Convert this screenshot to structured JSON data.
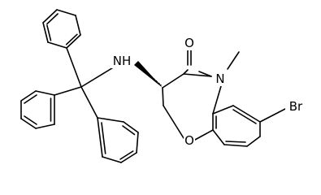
{
  "atom_labels": {
    "amine": "NH",
    "carbonyl_oxygen": "O",
    "lactam_nitrogen": "N",
    "ring_oxygen": "O",
    "bromine": "Br"
  },
  "colors": {
    "bond": "#000000",
    "background": "#ffffff"
  }
}
